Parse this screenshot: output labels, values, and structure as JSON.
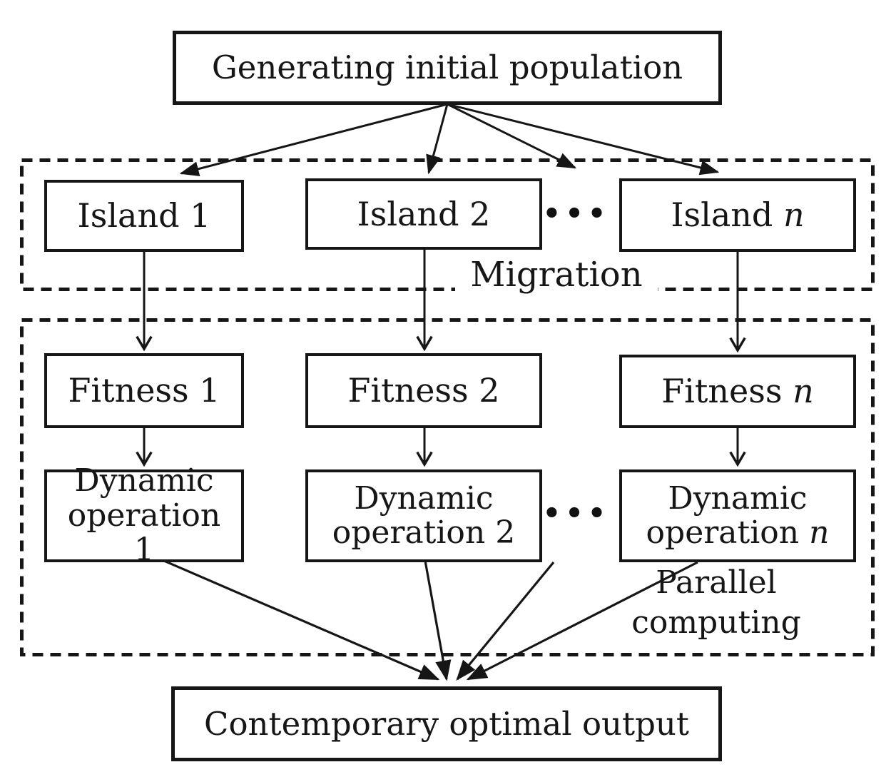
{
  "colors": {
    "ink": "#161616",
    "background": "#ffffff"
  },
  "nodes": {
    "generate": {
      "label": "Generating initial population"
    },
    "islands": [
      {
        "prefix": "Island",
        "suffix": "1"
      },
      {
        "prefix": "Island",
        "suffix": "2"
      },
      {
        "prefix": "Island",
        "suffix": "n"
      }
    ],
    "fitness": [
      {
        "prefix": "Fitness",
        "suffix": "1"
      },
      {
        "prefix": "Fitness",
        "suffix": "2"
      },
      {
        "prefix": "Fitness",
        "suffix": "n"
      }
    ],
    "dynamic": [
      {
        "prefix": "Dynamic operation",
        "suffix": "1"
      },
      {
        "prefix": "Dynamic operation",
        "suffix": "2"
      },
      {
        "prefix": "Dynamic operation",
        "suffix": "n"
      }
    ],
    "output": {
      "label": "Contemporary optimal output"
    }
  },
  "labels": {
    "migration": "Migration",
    "parallel_computing": "Parallel computing",
    "ellipsis_islands": "•••",
    "ellipsis_operations": "•••"
  }
}
